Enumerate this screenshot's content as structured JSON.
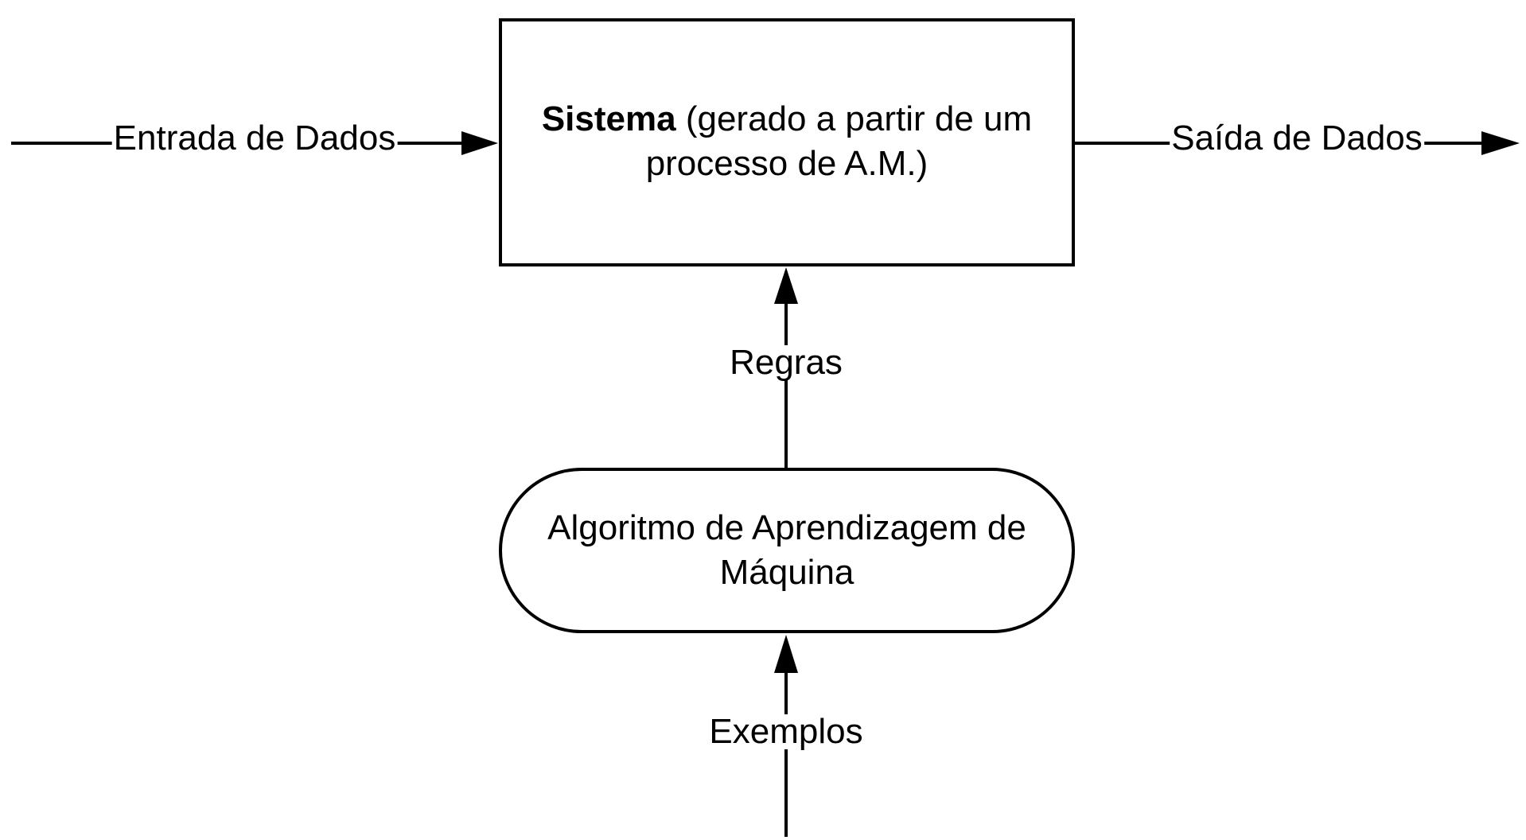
{
  "diagram": {
    "input_label": "Entrada de Dados",
    "output_label": "Saída de Dados",
    "system_box": {
      "title": "Sistema",
      "description": "(gerado a partir de um processo de A.M.)"
    },
    "rules_label": "Regras",
    "algorithm_node": {
      "label": "Algoritmo de Aprendizagem de Máquina"
    },
    "examples_label": "Exemplos",
    "colors": {
      "stroke": "#000000",
      "background": "#ffffff",
      "text": "#000000"
    }
  }
}
